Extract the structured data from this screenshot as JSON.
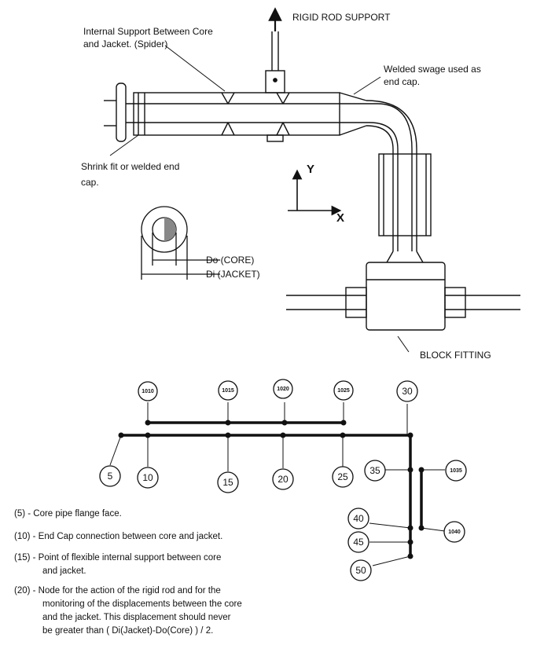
{
  "labels": {
    "rigid_rod": "RIGID ROD SUPPORT",
    "internal_support": [
      "Internal Support Between Core",
      "and Jacket.  (Spider)"
    ],
    "welded_swage": [
      "Welded swage used as",
      "end cap."
    ],
    "shrink_fit": [
      "Shrink fit or welded end",
      "cap."
    ],
    "axis_y": "Y",
    "axis_x": "X",
    "do_core": "Do  (CORE)",
    "di_jacket": "Di  (JACKET)",
    "block_fitting": "BLOCK FITTING"
  },
  "nodes": {
    "n5": "5",
    "n10": "10",
    "n15": "15",
    "n20": "20",
    "n25": "25",
    "n30": "30",
    "n35": "35",
    "n40": "40",
    "n45": "45",
    "n50": "50",
    "n1010": "1010",
    "n1015": "1015",
    "n1020": "1020",
    "n1025": "1025",
    "n1035": "1035",
    "n1040": "1040"
  },
  "legend": [
    {
      "lines": [
        "(5)  - Core pipe flange face."
      ]
    },
    {
      "lines": [
        "(10) - End Cap connection between core and jacket."
      ]
    },
    {
      "lines": [
        "(15) - Point of flexible internal support between core",
        "          and jacket."
      ]
    },
    {
      "lines": [
        "(20) - Node for the action of the rigid rod and for the",
        "          monitoring of the displacements between the core",
        "          and the jacket.  This displacement should never",
        "          be greater than ( Di(Jacket)-Do(Core)  )  /  2."
      ]
    }
  ]
}
